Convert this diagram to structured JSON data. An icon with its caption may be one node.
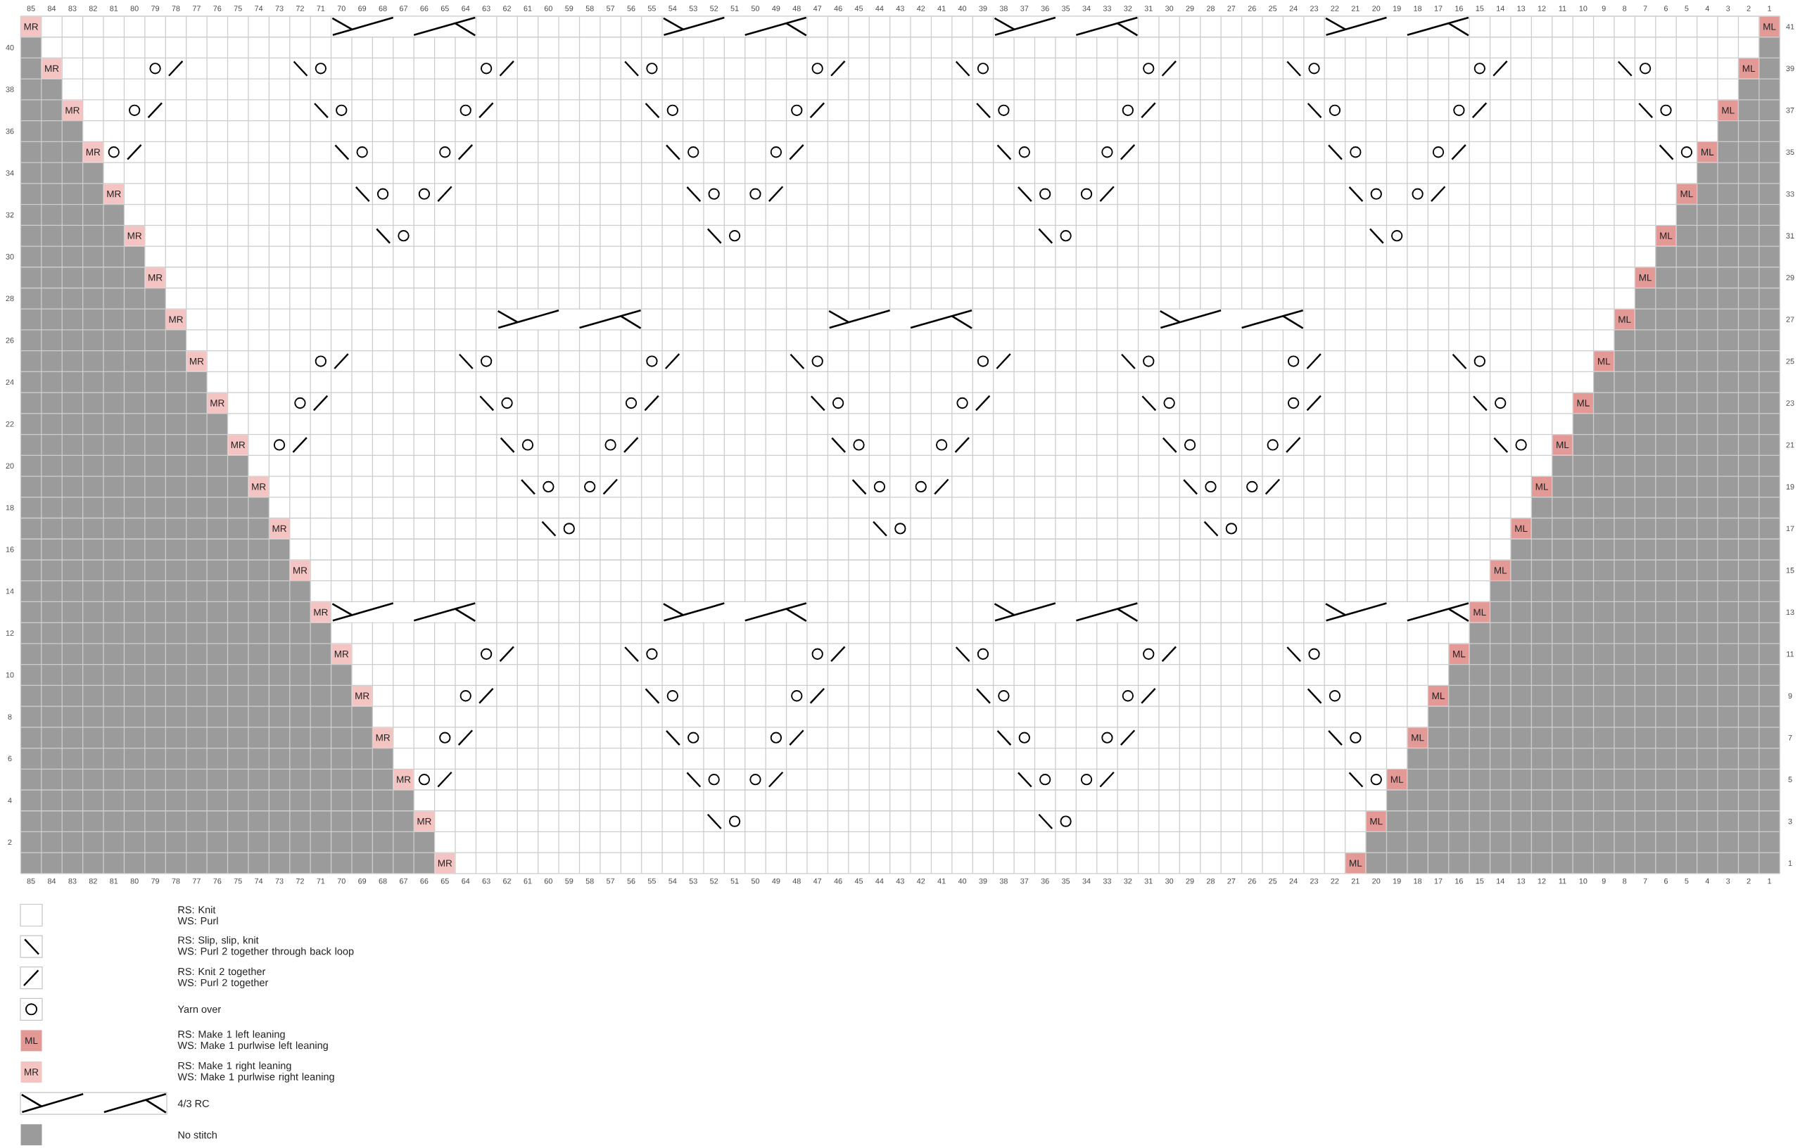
{
  "diagram": {
    "labels": [
      "85",
      "84",
      "83",
      "82",
      "81",
      "80",
      "79",
      "78",
      "77",
      "76",
      "75",
      "74",
      "73",
      "72",
      "71",
      "70",
      "69",
      "68",
      "67",
      "66",
      "65",
      "64",
      "63",
      "62",
      "61",
      "60",
      "59",
      "58",
      "57",
      "56",
      "55",
      "54",
      "53",
      "52",
      "51",
      "50",
      "49",
      "48",
      "47",
      "46",
      "45",
      "44",
      "43",
      "42",
      "41",
      "40",
      "39",
      "38",
      "37",
      "36",
      "35",
      "34",
      "33",
      "32",
      "31",
      "30",
      "29",
      "28",
      "27",
      "26",
      "25",
      "24",
      "23",
      "22",
      "21",
      "20",
      "19",
      "18",
      "17",
      "16",
      "15",
      "14",
      "13",
      "12",
      "11",
      "10",
      "9",
      "8",
      "7",
      "6",
      "5",
      "4",
      "3",
      "2",
      "1",
      "MR",
      "ML",
      "41",
      "40",
      "MR",
      "ML",
      "39",
      "38",
      "MR",
      "ML",
      "37",
      "36",
      "MR",
      "ML",
      "35",
      "34",
      "MR",
      "ML",
      "33",
      "32",
      "MR",
      "ML",
      "31",
      "30",
      "MR",
      "ML",
      "29",
      "28",
      "MR",
      "ML",
      "27",
      "26",
      "MR",
      "ML",
      "25",
      "24",
      "MR",
      "ML",
      "23",
      "22",
      "MR",
      "ML",
      "21",
      "20",
      "MR",
      "ML",
      "19",
      "18",
      "MR",
      "ML",
      "17",
      "16",
      "MR",
      "ML",
      "15",
      "14",
      "MR",
      "ML",
      "13",
      "12",
      "MR",
      "ML",
      "11",
      "10",
      "MR",
      "ML",
      "9",
      "8",
      "MR",
      "ML",
      "7",
      "6",
      "MR",
      "ML",
      "5",
      "4",
      "MR",
      "ML",
      "3",
      "2",
      "MR",
      "ML",
      "1",
      "85",
      "84",
      "83",
      "82",
      "81",
      "80",
      "79",
      "78",
      "77",
      "76",
      "75",
      "74",
      "73",
      "72",
      "71",
      "70",
      "69",
      "68",
      "67",
      "66",
      "65",
      "64",
      "63",
      "62",
      "61",
      "60",
      "59",
      "58",
      "57",
      "56",
      "55",
      "54",
      "53",
      "52",
      "51",
      "50",
      "49",
      "48",
      "47",
      "46",
      "45",
      "44",
      "43",
      "42",
      "41",
      "40",
      "39",
      "38",
      "37",
      "36",
      "35",
      "34",
      "33",
      "32",
      "31",
      "30",
      "29",
      "28",
      "27",
      "26",
      "25",
      "24",
      "23",
      "22",
      "21",
      "20",
      "19",
      "18",
      "17",
      "16",
      "15",
      "14",
      "13",
      "12",
      "11",
      "10",
      "9",
      "8",
      "7",
      "6",
      "5",
      "4",
      "3",
      "2",
      "1",
      "ML",
      "MR"
    ],
    "legend": [
      {
        "text": "RS: Knit WS: Purl"
      },
      {
        "text": "RS: Slip, slip, knit WS: Purl 2 together through back loop"
      },
      {
        "text": "RS: Knit 2 together WS: Purl 2 together"
      },
      {
        "text": "Yarn over"
      },
      {
        "text": "RS: Make 1 left leaning WS: Make 1 purlwise left leaning",
        "color": "#e39a97"
      },
      {
        "text": "RS: Make 1 right leaning WS: Make 1 purlwise right leaning",
        "color": "#f3c4c2"
      },
      {
        "text": "4/3 RC"
      },
      {
        "text": "No stitch",
        "color": "#9b9b9b"
      }
    ]
  }
}
